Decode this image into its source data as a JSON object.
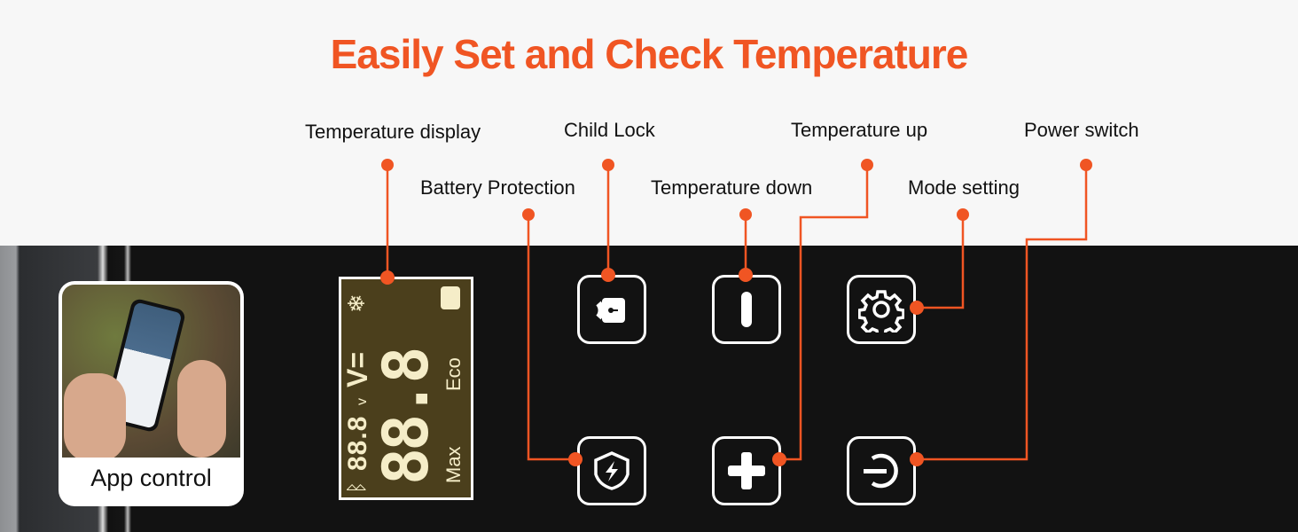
{
  "title": "Easily Set and Check Temperature",
  "callouts": {
    "temperature_display": "Temperature display",
    "child_lock": "Child Lock",
    "temperature_up": "Temperature up",
    "power_switch": "Power switch",
    "battery_protection": "Battery Protection",
    "temperature_down": "Temperature down",
    "mode_setting": "Mode setting"
  },
  "lcd": {
    "voltage": "88.8",
    "voltage_unit": "v",
    "v_symbol": "V=",
    "temperature": "88.8",
    "unit": "°",
    "max": "Max",
    "eco": "Eco"
  },
  "app_card": {
    "label": "App control"
  },
  "colors": {
    "accent": "#f05523",
    "panel": "#121212",
    "lcd": "#4b3f1c"
  }
}
